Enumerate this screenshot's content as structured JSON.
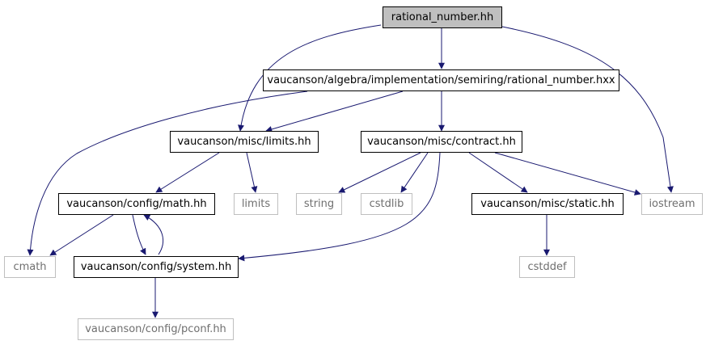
{
  "graph": {
    "edge_color": "#191970",
    "nodes": {
      "rational_number_hh": "rational_number.hh",
      "rational_number_hxx": "vaucanson/algebra/implementation/semiring/rational_number.hxx",
      "limits_hh": "vaucanson/misc/limits.hh",
      "contract_hh": "vaucanson/misc/contract.hh",
      "math_hh": "vaucanson/config/math.hh",
      "limits": "limits",
      "string": "string",
      "cstdlib": "cstdlib",
      "static_hh": "vaucanson/misc/static.hh",
      "iostream": "iostream",
      "cmath": "cmath",
      "system_hh": "vaucanson/config/system.hh",
      "cstddef": "cstddef",
      "pconf_hh": "vaucanson/config/pconf.hh"
    }
  }
}
